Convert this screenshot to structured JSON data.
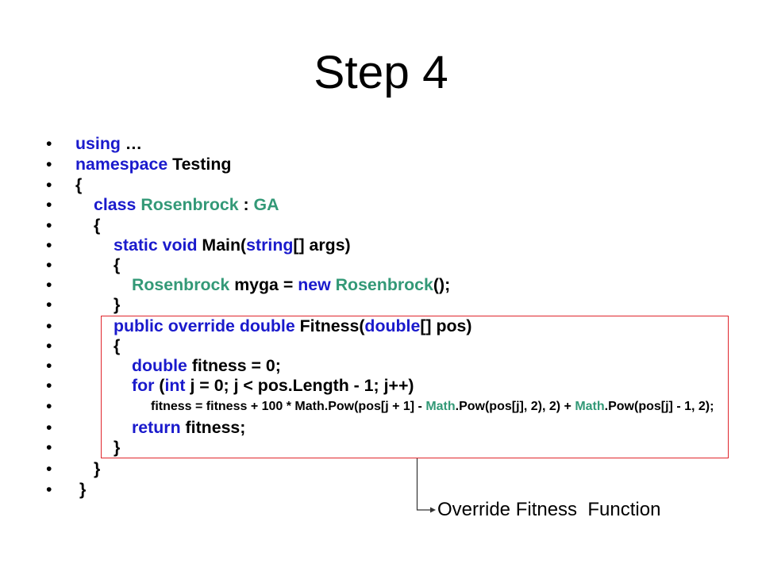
{
  "slide": {
    "title": "Step 4"
  },
  "colors": {
    "keyword": "#1a1acc",
    "type": "#339977",
    "plain": "#000000",
    "highlight_box": "#e0262c"
  },
  "code": {
    "bullet": "•",
    "lines": [
      {
        "segments": [
          {
            "text": "using",
            "kind": "keyword"
          },
          {
            "text": " …",
            "kind": "plain"
          }
        ]
      },
      {
        "segments": [
          {
            "text": "namespace",
            "kind": "keyword"
          },
          {
            "text": " Testing",
            "kind": "plain"
          }
        ]
      },
      {
        "segments": [
          {
            "text": "{",
            "kind": "plain"
          }
        ]
      },
      {
        "segments": [
          {
            "text": "class",
            "kind": "keyword"
          },
          {
            "text": " ",
            "kind": "plain"
          },
          {
            "text": "Rosenbrock",
            "kind": "type"
          },
          {
            "text": " : ",
            "kind": "plain"
          },
          {
            "text": "GA",
            "kind": "type"
          }
        ]
      },
      {
        "segments": [
          {
            "text": "{",
            "kind": "plain"
          }
        ]
      },
      {
        "segments": [
          {
            "text": "static void",
            "kind": "keyword"
          },
          {
            "text": " Main(",
            "kind": "plain"
          },
          {
            "text": "string",
            "kind": "keyword"
          },
          {
            "text": "[] args)",
            "kind": "plain"
          }
        ]
      },
      {
        "segments": [
          {
            "text": "{",
            "kind": "plain"
          }
        ]
      },
      {
        "segments": [
          {
            "text": "Rosenbrock",
            "kind": "type"
          },
          {
            "text": " myga = ",
            "kind": "plain"
          },
          {
            "text": "new",
            "kind": "keyword"
          },
          {
            "text": " ",
            "kind": "plain"
          },
          {
            "text": "Rosenbrock",
            "kind": "type"
          },
          {
            "text": "();",
            "kind": "plain"
          }
        ]
      },
      {
        "segments": [
          {
            "text": "}",
            "kind": "plain"
          }
        ]
      },
      {
        "segments": [
          {
            "text": "public override double",
            "kind": "keyword"
          },
          {
            "text": " Fitness(",
            "kind": "plain"
          },
          {
            "text": "double",
            "kind": "keyword"
          },
          {
            "text": "[] pos)",
            "kind": "plain"
          }
        ]
      },
      {
        "segments": [
          {
            "text": "{",
            "kind": "plain"
          }
        ]
      },
      {
        "segments": [
          {
            "text": "double",
            "kind": "keyword"
          },
          {
            "text": " fitness = 0;",
            "kind": "plain"
          }
        ]
      },
      {
        "segments": [
          {
            "text": "for",
            "kind": "keyword"
          },
          {
            "text": " (",
            "kind": "plain"
          },
          {
            "text": "int",
            "kind": "keyword"
          },
          {
            "text": " j = 0; j < pos.Length - 1; j++)",
            "kind": "plain"
          }
        ]
      },
      {
        "segments": [
          {
            "text": "fitness = fitness + 100 * Math.Pow(pos[j + 1] - ",
            "kind": "plain"
          },
          {
            "text": "Math",
            "kind": "type"
          },
          {
            "text": ".Pow(pos[j], 2), 2) + ",
            "kind": "plain"
          },
          {
            "text": "Math",
            "kind": "type"
          },
          {
            "text": ".Pow(pos[j] - 1, 2);",
            "kind": "plain"
          }
        ]
      },
      {
        "segments": [
          {
            "text": "return",
            "kind": "keyword"
          },
          {
            "text": " fitness;",
            "kind": "plain"
          }
        ]
      },
      {
        "segments": [
          {
            "text": "}",
            "kind": "plain"
          }
        ]
      },
      {
        "segments": [
          {
            "text": "}",
            "kind": "plain"
          }
        ]
      },
      {
        "segments": [
          {
            "text": "}",
            "kind": "plain"
          }
        ]
      }
    ]
  },
  "annotation": {
    "label": "Override Fitness  Function"
  }
}
